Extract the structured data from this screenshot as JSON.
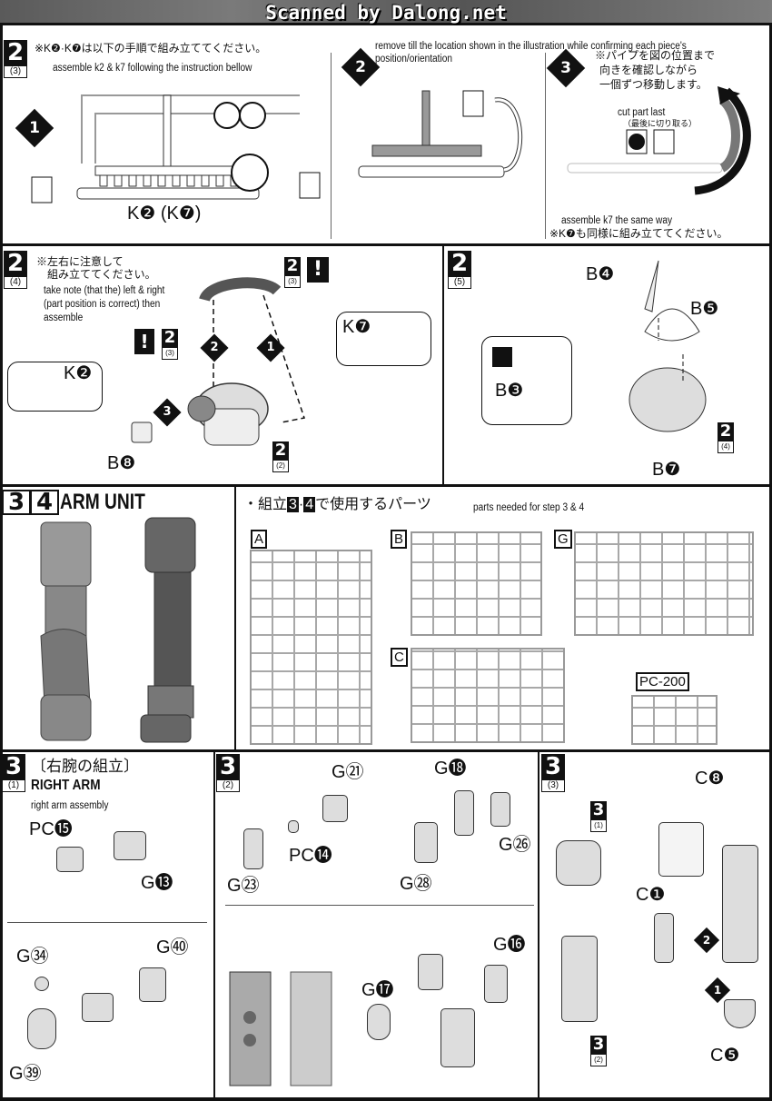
{
  "header": {
    "watermark": "Scanned by Dalong.net"
  },
  "step2_3": {
    "badge": "2",
    "sub": "(3)",
    "note_jp": "※K❷·K❼は以下の手順で組み立ててください。",
    "note_en": "assemble k2 & k7 following the instruction bellow",
    "sub1": "1",
    "part_label": "K❷ (K❼)",
    "sub2": "2",
    "sub2_en": "remove till the location shown in the illustration while confirming each piece's",
    "sub2_en2": "position/orientation",
    "sub3": "3",
    "sub3_jp": [
      "※パイプを図の位置まで",
      "向きを確認しながら",
      "一個ずつ移動します。"
    ],
    "cut_en": "cut part last",
    "cut_jp": "（最後に切り取る）",
    "same_en": "assemble k7 the same way",
    "same_jp": "※K❼も同様に組み立ててください。"
  },
  "step2_4": {
    "badge": "2",
    "sub": "(4)",
    "note_jp": [
      "※左右に注意して",
      "組み立ててください。"
    ],
    "note_en": [
      "take note (that the) left & right",
      "(part position is correct) then",
      "assemble"
    ],
    "ref_top": {
      "badge": "2",
      "sub": "(3)"
    },
    "ref_mid": {
      "badge": "2",
      "sub": "(3)"
    },
    "ref_bottom": {
      "badge": "2",
      "sub": "(2)"
    },
    "warn": "!",
    "seq": [
      "1",
      "2",
      "3"
    ],
    "k7": "K❼",
    "k2": "K❷",
    "b8": "B❽"
  },
  "step2_5": {
    "badge": "2",
    "sub": "(5)",
    "b4": "B❹",
    "b5": "B❺",
    "b3": "B❸",
    "b7": "B❼",
    "ref": {
      "badge": "2",
      "sub": "(4)"
    }
  },
  "arm_unit": {
    "num1": "3",
    "num2": "4",
    "title": "ARM UNIT"
  },
  "parts": {
    "title_pre": "・組立",
    "n1": "3",
    "dot": "·",
    "n2": "4",
    "title_post": "で使用するパーツ",
    "title_en": "parts needed for step 3 & 4",
    "runners": [
      "A",
      "B",
      "G",
      "C"
    ],
    "pc": "PC-200"
  },
  "step3_1": {
    "badge": "3",
    "sub": "(1)",
    "title_jp": "〔右腕の組立〕",
    "title_en": "RIGHT ARM",
    "desc": "right arm assembly",
    "labels": [
      "PC⓯",
      "G⓭",
      "G㉞",
      "G㊵",
      "G㊴"
    ]
  },
  "step3_2": {
    "badge": "3",
    "sub": "(2)",
    "labels": [
      "G㉑",
      "G㉓",
      "PC⓮",
      "G⓲",
      "G㉖",
      "G㉘",
      "G⓰",
      "G⓱"
    ]
  },
  "step3_3": {
    "badge": "3",
    "sub": "(3)",
    "ref_top": {
      "badge": "3",
      "sub": "(1)"
    },
    "ref_bottom": {
      "badge": "3",
      "sub": "(2)"
    },
    "labels": [
      "C❽",
      "C❶",
      "C❺"
    ],
    "seq": [
      "1",
      "2"
    ]
  }
}
